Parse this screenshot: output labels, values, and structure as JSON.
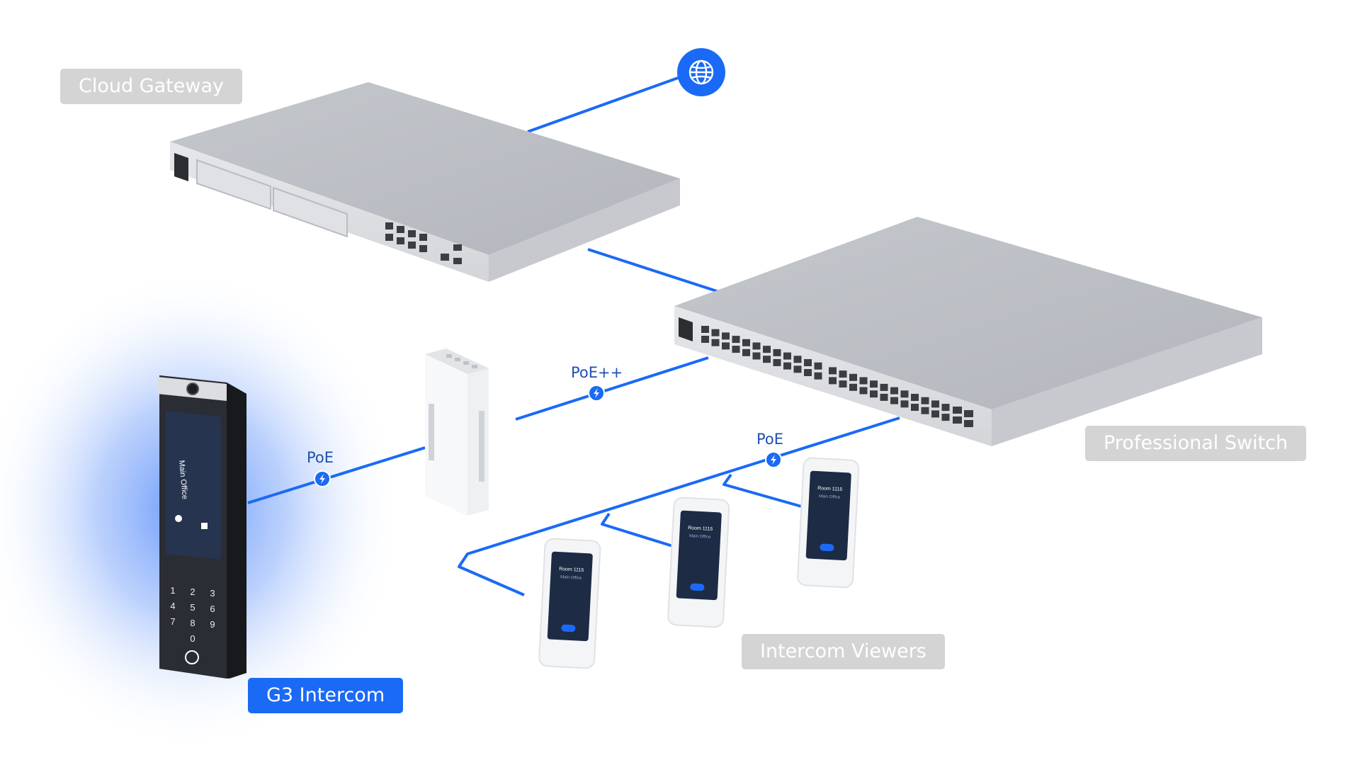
{
  "labels": {
    "cloud_gateway": "Cloud Gateway",
    "professional_switch": "Professional Switch",
    "intercom_viewers": "Intercom Viewers",
    "g3_intercom": "G3 Intercom"
  },
  "links": {
    "poe_intercom": "PoE",
    "poe_plus": "PoE++",
    "poe_viewers": "PoE"
  },
  "intercom_screen": {
    "title": "Main Office",
    "keypad": [
      "1",
      "2",
      "3",
      "4",
      "5",
      "6",
      "7",
      "8",
      "9",
      "0"
    ]
  },
  "viewer_screen": {
    "title": "Room 1115",
    "subtitle": "Main Office"
  },
  "icons": {
    "internet": "globe-icon",
    "power": "lightning-bolt-icon"
  },
  "colors": {
    "link": "#1a6af5",
    "label_primary": "#1a6af5",
    "label_secondary": "#d4d4d4",
    "device": "#c9ccd2",
    "intercom_body": "#23262c"
  }
}
